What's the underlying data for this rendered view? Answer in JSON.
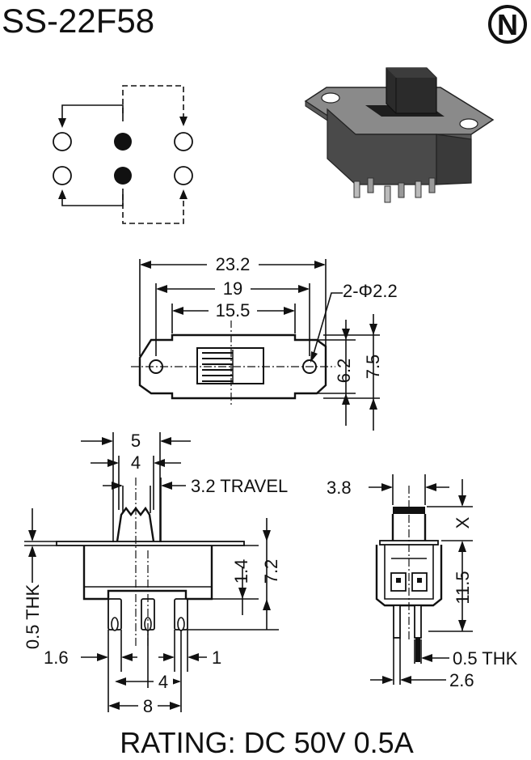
{
  "header": {
    "model": "SS-22F58",
    "logo_letter": "N"
  },
  "top_view": {
    "dim_overall": "23.2",
    "dim_mount": "19",
    "dim_body": "15.5",
    "dim_holes": "2-Φ2.2",
    "dim_width": "6.2",
    "dim_flange": "7.5"
  },
  "side_view": {
    "dim_knob_outer": "5",
    "dim_knob_inner": "4",
    "travel": "3.2 TRAVEL",
    "thickness": "0.5 THK",
    "dim_frame": "1.4",
    "dim_height": "7.2",
    "dim_pin": "1.6",
    "dim_pin_small": "1",
    "dim_pitch": "4",
    "dim_span": "8"
  },
  "end_view": {
    "dim_actuator": "3.8",
    "dim_x": "X",
    "dim_height": "11.5",
    "thickness": "0.5 THK",
    "dim_pin_span": "2.6"
  },
  "footer": {
    "rating": "RATING: DC 50V 0.5A"
  },
  "colors": {
    "ink": "#111111",
    "body": "#4a4a4a",
    "knob": "#2b2b2b",
    "background": "#ffffff"
  }
}
